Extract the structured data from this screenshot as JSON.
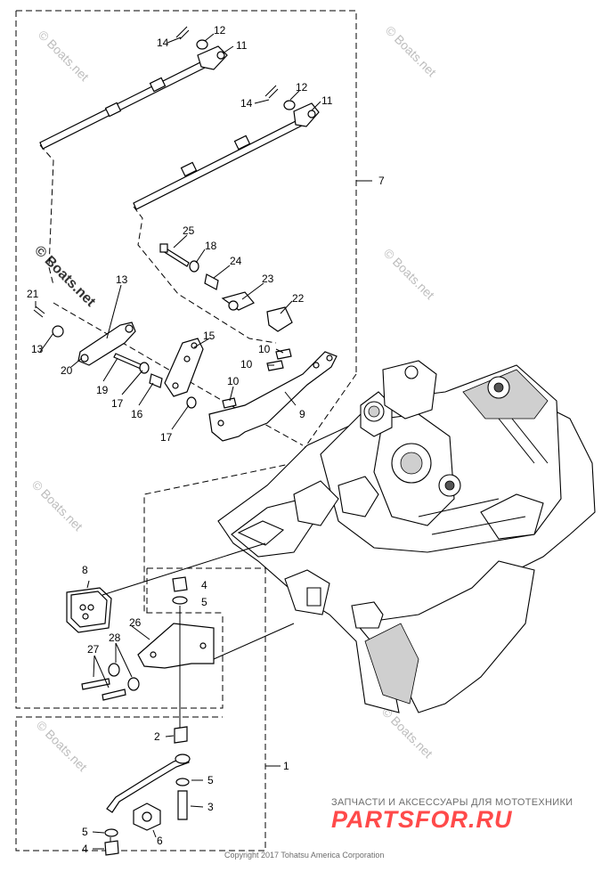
{
  "callouts": {
    "c1": "1",
    "c2": "2",
    "c3": "3",
    "c4a": "4",
    "c4b": "4",
    "c5a": "5",
    "c5b": "5",
    "c5c": "5",
    "c6": "6",
    "c7": "7",
    "c8": "8",
    "c9": "9",
    "c10a": "10",
    "c10b": "10",
    "c10c": "10",
    "c11a": "11",
    "c11b": "11",
    "c12a": "12",
    "c12b": "12",
    "c13a": "13",
    "c13b": "13",
    "c14a": "14",
    "c14b": "14",
    "c15": "15",
    "c16": "16",
    "c17a": "17",
    "c17b": "17",
    "c18": "18",
    "c19": "19",
    "c20": "20",
    "c21": "21",
    "c22": "22",
    "c23": "23",
    "c24": "24",
    "c25": "25",
    "c26": "26",
    "c27": "27",
    "c28": "28"
  },
  "watermark": "© Boats.net",
  "brand": {
    "subtitle": "ЗАПЧАСТИ И АКСЕССУАРЫ ДЛЯ МОТОТЕХНИКИ",
    "logo": "PARTSFOR.RU"
  },
  "copyright": "Copyright 2017 Tohatsu America Corporation",
  "colors": {
    "logo": "#ff4a4a",
    "watermark": "#bdbdbd",
    "line": "#000000"
  }
}
